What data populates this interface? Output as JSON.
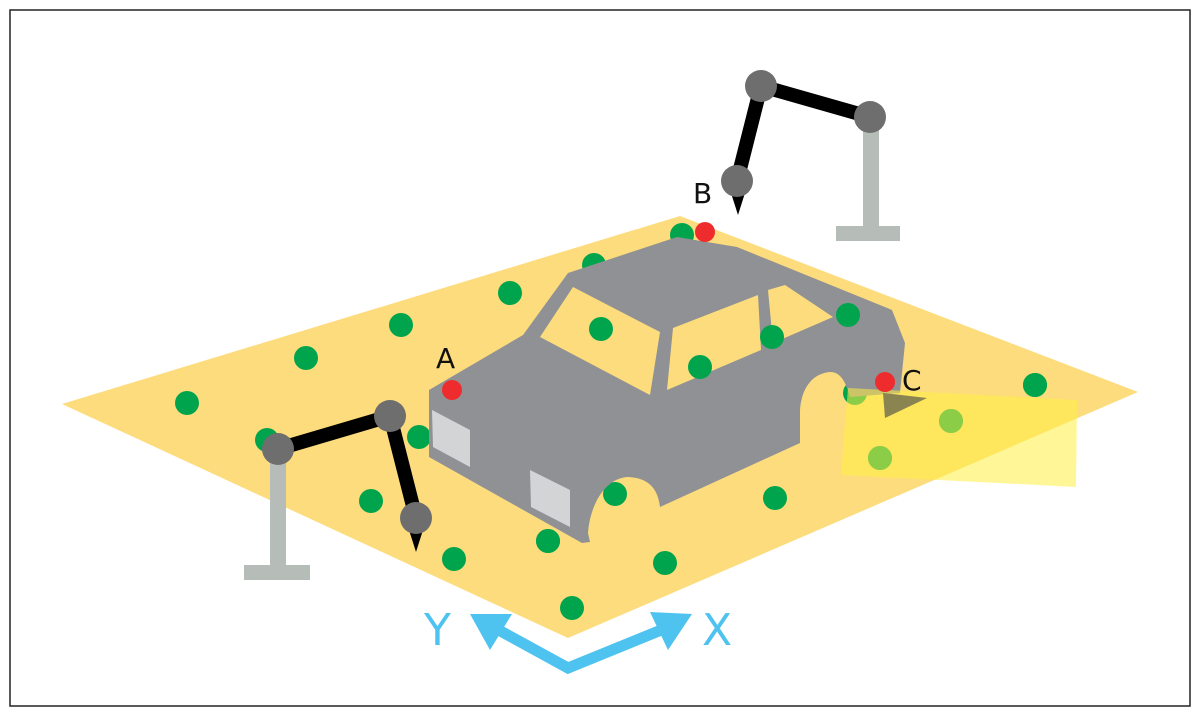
{
  "labels": {
    "a": "A",
    "b": "B",
    "c": "C"
  },
  "axes": {
    "x": "X",
    "y": "Y"
  },
  "colors": {
    "plane": "#fddc7d",
    "car": "#909194",
    "target_dot": "#00a44c",
    "reference_point": "#ee2c2e",
    "axis": "#4fc3f0",
    "robot_link": "#000000",
    "robot_joint": "#6e6e6e",
    "robot_stand": "#b6bdb9",
    "highlight": "#ffe640"
  },
  "target_dots": [
    [
      187,
      403
    ],
    [
      306,
      358
    ],
    [
      401,
      325
    ],
    [
      510,
      293
    ],
    [
      594,
      265
    ],
    [
      682,
      235
    ],
    [
      267,
      440
    ],
    [
      419,
      437
    ],
    [
      371,
      501
    ],
    [
      454,
      559
    ],
    [
      548,
      541
    ],
    [
      572,
      608
    ],
    [
      615,
      494
    ],
    [
      665,
      563
    ],
    [
      775,
      498
    ],
    [
      601,
      329
    ],
    [
      700,
      367
    ],
    [
      772,
      337
    ],
    [
      848,
      315
    ],
    [
      855,
      393
    ],
    [
      880,
      458
    ],
    [
      951,
      421
    ],
    [
      1035,
      385
    ]
  ]
}
